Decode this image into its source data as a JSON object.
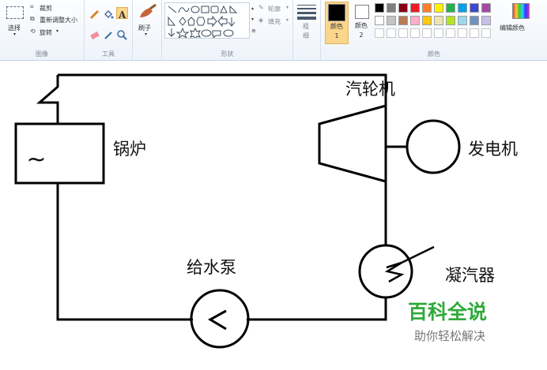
{
  "ribbon": {
    "image_group": {
      "label": "图像",
      "select_label": "选择",
      "crop_label": "裁剪",
      "resize_label": "重新调整大小",
      "rotate_label": "旋转"
    },
    "tools_group": {
      "label": "工具"
    },
    "brushes": {
      "label": "刷子"
    },
    "shapes_group": {
      "label": "形状",
      "outline_label": "轮廓",
      "fill_label": "填充"
    },
    "size": {
      "label": "粗细"
    },
    "colors_group": {
      "label": "颜色",
      "color1_label": "颜色 1",
      "color2_label": "颜色 2",
      "edit_colors_label": "编辑颜色",
      "palette_row1": [
        "#000000",
        "#7f7f7f",
        "#880015",
        "#ed1c24",
        "#ff7f27",
        "#fff200",
        "#22b14c",
        "#00a2e8",
        "#3f48cc",
        "#a349a4"
      ],
      "palette_row2": [
        "#ffffff",
        "#c3c3c3",
        "#b97a57",
        "#ffaec9",
        "#ffc90e",
        "#efe4b0",
        "#b5e61d",
        "#99d9ea",
        "#7092be",
        "#c8bfe7"
      ],
      "color1": "#000000",
      "color2": "#ffffff",
      "active_highlight": "#fbd58a"
    }
  },
  "diagram": {
    "boiler_label": "锅炉",
    "turbine_label": "汽轮机",
    "generator_label": "发电机",
    "condenser_label": "凝汽器",
    "pump_label": "给水泵",
    "generator_symbol": "~"
  },
  "watermark": {
    "title": "百科全说",
    "subtitle": "助你轻松解决"
  }
}
